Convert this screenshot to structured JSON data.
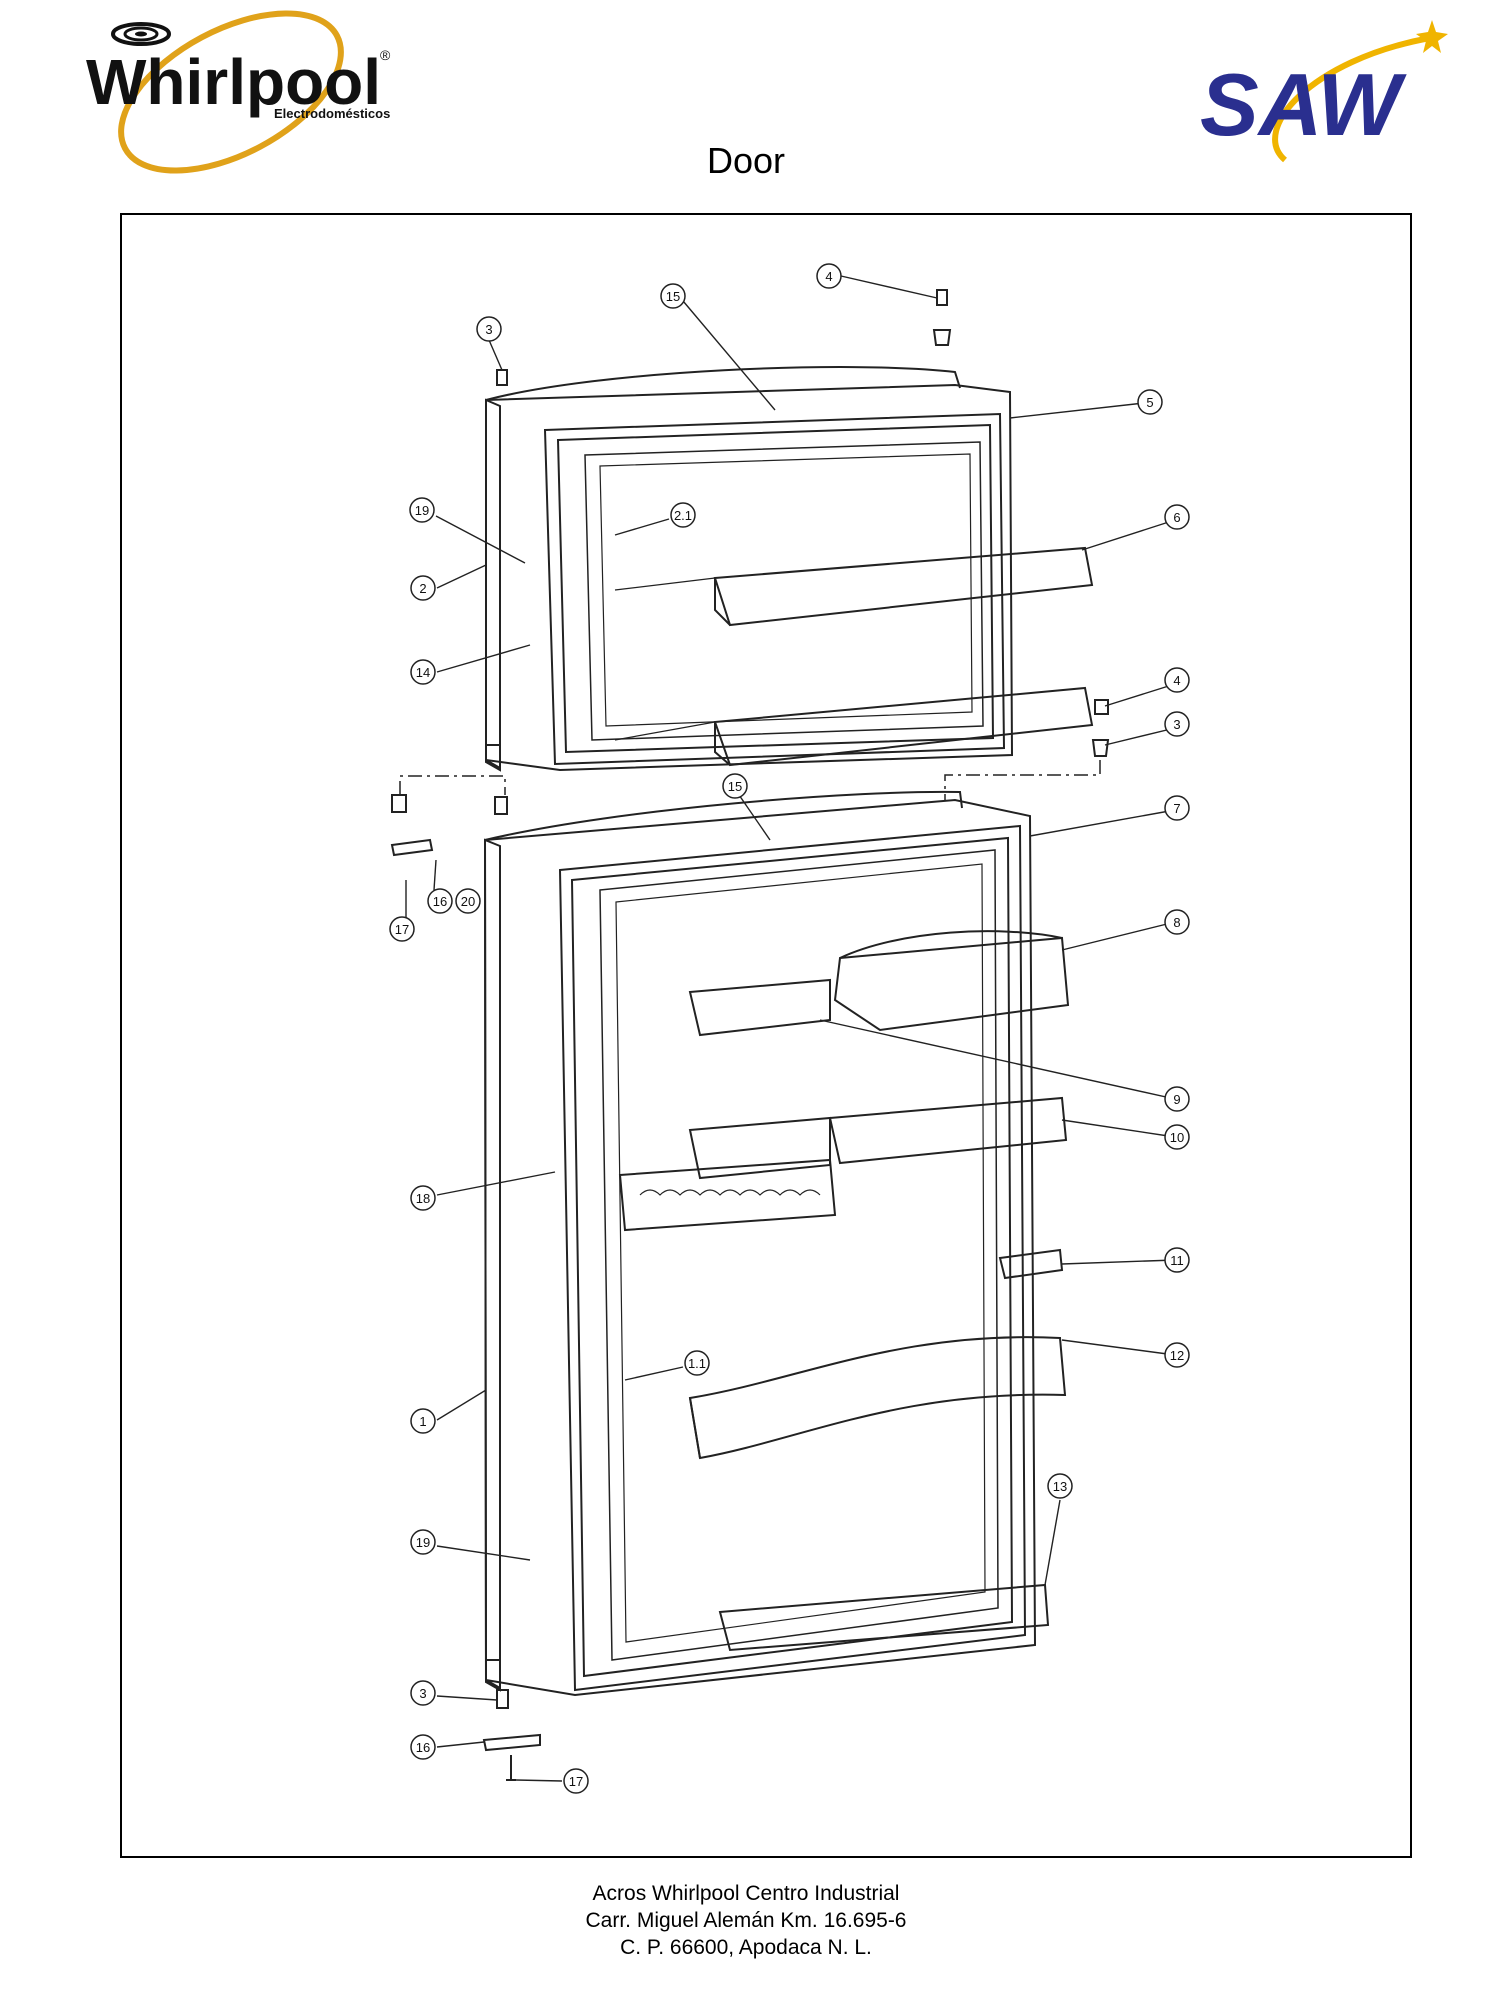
{
  "header": {
    "left_logo": {
      "brand": "Whirlpool",
      "registered": "®",
      "tagline": "Electrodomésticos",
      "colors": {
        "ring": "#e0a21a",
        "text": "#111111"
      }
    },
    "right_logo": {
      "brand": "SAW",
      "colors": {
        "text": "#2a2f8f",
        "swoosh": "#f0b400"
      }
    },
    "title": "Door"
  },
  "diagram": {
    "callouts": [
      {
        "id": "c4a",
        "label": "4"
      },
      {
        "id": "c15a",
        "label": "15"
      },
      {
        "id": "c3a",
        "label": "3"
      },
      {
        "id": "c5",
        "label": "5"
      },
      {
        "id": "c19a",
        "label": "19"
      },
      {
        "id": "c21",
        "label": "2.1"
      },
      {
        "id": "c6",
        "label": "6"
      },
      {
        "id": "c2",
        "label": "2"
      },
      {
        "id": "c14",
        "label": "14"
      },
      {
        "id": "c4b",
        "label": "4"
      },
      {
        "id": "c3b",
        "label": "3"
      },
      {
        "id": "c15b",
        "label": "15"
      },
      {
        "id": "c7",
        "label": "7"
      },
      {
        "id": "c16",
        "label": "16"
      },
      {
        "id": "c20",
        "label": "20"
      },
      {
        "id": "c17a",
        "label": "17"
      },
      {
        "id": "c8",
        "label": "8"
      },
      {
        "id": "c9",
        "label": "9"
      },
      {
        "id": "c10",
        "label": "10"
      },
      {
        "id": "c18",
        "label": "18"
      },
      {
        "id": "c11",
        "label": "11"
      },
      {
        "id": "c12",
        "label": "12"
      },
      {
        "id": "c11b",
        "label": "1.1"
      },
      {
        "id": "c1",
        "label": "1"
      },
      {
        "id": "c13",
        "label": "13"
      },
      {
        "id": "c19b",
        "label": "19"
      },
      {
        "id": "c3c",
        "label": "3"
      },
      {
        "id": "c16b",
        "label": "16"
      },
      {
        "id": "c17b",
        "label": "17"
      }
    ]
  },
  "footer": {
    "line1": "Acros Whirlpool Centro Industrial",
    "line2": "Carr. Miguel Alemán Km. 16.695-6",
    "line3": "C. P. 66600, Apodaca N. L."
  }
}
